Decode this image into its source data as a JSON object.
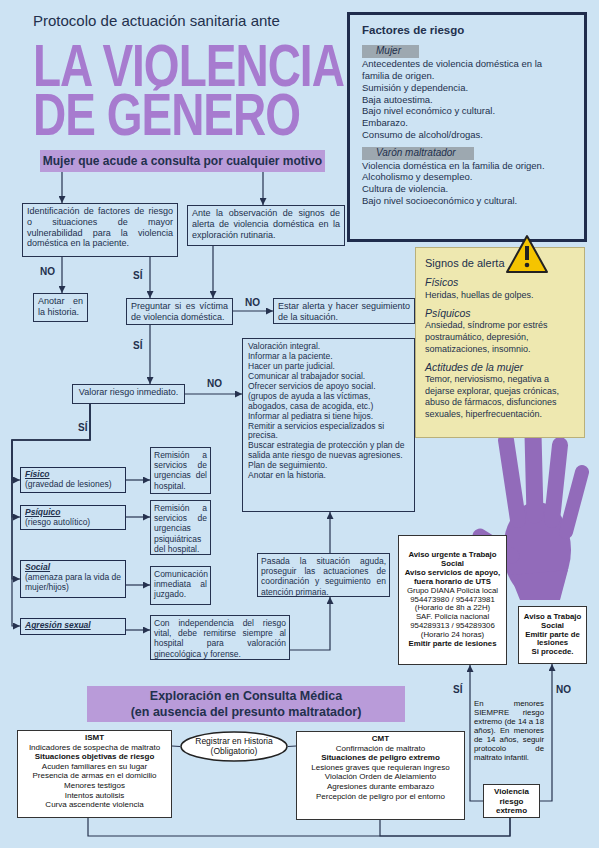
{
  "diagram": {
    "title": "LA VIOLENCIA DE GÉNERO",
    "nodes": [
      {
        "text": [
          "Mujer que acude a consulta por cualquier motivo"
        ]
      },
      {
        "text": [
          "Identificación de factores de riesgo o situaciones de mayor vulnerabilidad para la violencia doméstica en la paciente."
        ]
      },
      {
        "text": [
          "Ante la observación de signos de alerta de violencia doméstica en la exploración rutinaria."
        ]
      },
      {
        "text": [
          "Anotar en la historia."
        ]
      },
      {
        "text": [
          "Preguntar si es víctima de violencia doméstica."
        ]
      },
      {
        "text": [
          "Estar alerta y hacer seguimiento de la situación."
        ]
      },
      {
        "text": [
          "Valorar riesgo inmediato."
        ]
      },
      {
        "text": [
          "Valoración integral.",
          "Informar a la paciente.",
          "Hacer un parte judicial.",
          "Comunicar al trabajador social.",
          "Ofrecer servicios de apoyo social.",
          "(grupos de ayuda a las víctimas, abogados, casa de acogida, etc.)",
          "Informar al pediatra si tiene hijos.",
          "Remitir a servicios especializados si precisa.",
          "Buscar estrategia de protección y plan de salida ante riesgo de nuevas agresiones.",
          "Plan de seguimiento.",
          "Anotar en la historia."
        ]
      },
      {
        "text": [
          "Físico",
          "(gravedad de lesiones)"
        ]
      },
      {
        "text": [
          "Remisión a servicios de urgencias del hospital."
        ]
      },
      {
        "text": [
          "Psíquico",
          "(riesgo autolítico)"
        ]
      },
      {
        "text": [
          "Remisión a servicios de urgencias psiquiátricas del hospital."
        ]
      },
      {
        "text": [
          "Social",
          "(amenaza para la vida de mujer/hijos)"
        ]
      },
      {
        "text": [
          "Comunicación inmediata al juzgado."
        ]
      },
      {
        "text": [
          "Agresión sexual"
        ]
      },
      {
        "text": [
          "Con independencia del riesgo vital, debe remitirse siempre al hospital para valoración ginecológica y forense."
        ]
      },
      {
        "text": [
          "Pasada la situación aguda, proseguir las actuaciones de coordinación y seguimiento en atención primaria."
        ]
      },
      {
        "text": [
          "Factores de riesgo",
          "Mujer",
          "Antecedentes de violencia doméstica en la familia de origen.",
          "Sumisión y dependencia.",
          "Baja autoestima.",
          "Bajo nivel económico y cultural.",
          "Embarazo.",
          "Consumo de alcohol/drogas.",
          "Varón maltratador",
          "Violencia doméstica en la familia de origen.",
          "Alcoholismo y desempleo.",
          "Cultura de violencia.",
          "Bajo nivel socioeconómico y cultural."
        ]
      },
      {
        "text": [
          "Signos de alerta",
          "Físicos",
          "Heridas, huellas de golpes.",
          "Psíquicos",
          "Ansiedad, síndrome por estrés postraumático, depresión, somatizaciones, insomnio.",
          "Actitudes de la mujer",
          "Temor, nerviosismo, negativa a dejarse explorar, quejas crónicas, abuso de fármacos, disfunciones sexuales, hiperfrecuentación."
        ]
      },
      {
        "text": [
          "Aviso urgente a Trabajo Social",
          "Aviso servicios de apoyo, fuera horario de UTS",
          "Grupo DIANA Policía local",
          "954473980 / 954473981",
          "(Horario de 8h a 22H)",
          "SAF. Policía nacional",
          "954289313 / 954289306",
          "(Horario 24 horas)",
          "Emitir parte de lesiones"
        ]
      },
      {
        "text": [
          "Aviso a Trabajo Social",
          "Emitir parte de lesiones",
          "Si procede."
        ]
      },
      {
        "text": [
          "Exploración en Consulta Médica",
          "(en ausencia del presunto maltratador)"
        ]
      },
      {
        "text": [
          "ISMT",
          "Indicadores de sospecha de maltrato",
          "Situaciones objetivas de riesgo",
          "Acuden familiares en su lugar",
          "Presencia de armas en el domicilio",
          "Menores testigos",
          "Intentos autolisis",
          "Curva ascendente violencia"
        ]
      },
      {
        "text": [
          "Registrar en Historia",
          "(Obligatorio)"
        ]
      },
      {
        "text": [
          "CMT",
          "Confirmación de maltrato",
          "Situaciones de peligro extremo",
          "Lesiones graves que requieran ingreso",
          "Violación Orden de Aleiamiento",
          "Agresiones durante embarazo",
          "Percepción de peligro por el entorno"
        ]
      },
      {
        "text": [
          "Violencia riesgo extremo"
        ]
      }
    ],
    "edges": [
      {
        "from": 0,
        "to": 1,
        "arrow": "to"
      },
      {
        "from": 0,
        "to": 2,
        "arrow": "to"
      },
      {
        "from": 1,
        "to": 3,
        "arrow": "to",
        "label": "NO"
      },
      {
        "from": 1,
        "to": 4,
        "arrow": "to",
        "label": "SÍ"
      },
      {
        "from": 2,
        "to": 4,
        "arrow": "to"
      },
      {
        "from": 4,
        "to": 5,
        "arrow": "to",
        "label": "NO"
      },
      {
        "from": 4,
        "to": 6,
        "arrow": "to",
        "label": "SÍ"
      },
      {
        "from": 6,
        "to": 7,
        "arrow": "to",
        "label": "NO"
      },
      {
        "from": 6,
        "to": 8,
        "arrow": "to",
        "label": "SÍ"
      },
      {
        "from": 6,
        "to": 10,
        "arrow": "to"
      },
      {
        "from": 6,
        "to": 12,
        "arrow": "to"
      },
      {
        "from": 6,
        "to": 14,
        "arrow": "to"
      },
      {
        "from": 8,
        "to": 9,
        "arrow": "to"
      },
      {
        "from": 10,
        "to": 11,
        "arrow": "to"
      },
      {
        "from": 12,
        "to": 13,
        "arrow": "to"
      },
      {
        "from": 14,
        "to": 15,
        "arrow": "to"
      },
      {
        "from": 15,
        "to": 16,
        "arrow": "to"
      },
      {
        "from": 16,
        "to": 7,
        "arrow": "to"
      },
      {
        "from": 22,
        "to": 23,
        "arrow": "none"
      },
      {
        "from": 23,
        "to": 24,
        "arrow": "none"
      },
      {
        "from": 22,
        "to": 25,
        "arrow": "none"
      },
      {
        "from": 24,
        "to": 25,
        "arrow": "none"
      },
      {
        "from": 25,
        "to": 19,
        "arrow": "to",
        "label": "SÍ"
      },
      {
        "from": 25,
        "to": 20,
        "arrow": "to",
        "label": "NO"
      }
    ],
    "labels": [
      "Protocolo de actuación sanitaria ante",
      "En menores SIEMPRE riesgo extremo (de 14 a 18 años). En menores de 14 años, seguir protocolo de maltrato infantil."
    ]
  }
}
